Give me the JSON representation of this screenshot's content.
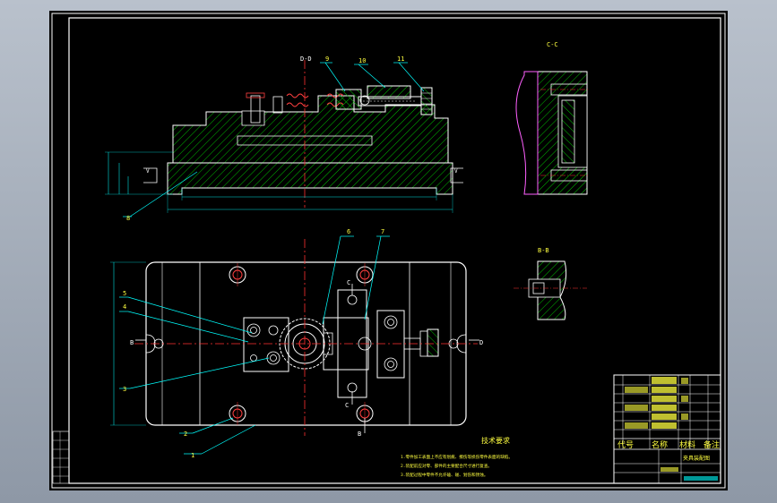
{
  "drawing": {
    "section_cc": "C-C",
    "section_bb": "B-B",
    "section_dd_marker": "D-D",
    "part_numbers": [
      "1",
      "2",
      "3",
      "4",
      "5",
      "6",
      "7",
      "8",
      "9",
      "10",
      "11"
    ],
    "section_arrows": {
      "b_left": "B",
      "b_bottom": "B",
      "c_top": "C",
      "c_bottom": "C",
      "d_right": "D"
    }
  },
  "notes": {
    "title": "技术要求",
    "lines": [
      "1.零件加工表面上不应有划痕、擦伤等损伤零件表面的缺陷。",
      "2.装配前应对零、部件的主要配合尺寸进行复查。",
      "3.装配过程中零件不允许磕、碰、划伤和锈蚀。"
    ]
  },
  "title_block": {
    "header_code": "代号",
    "header_name": "名称",
    "header_material": "材料",
    "header_remark": "备注",
    "drawing_title": "夹具装配图"
  },
  "colors": {
    "outline": "#ffffff",
    "hatch": "#00ff00",
    "center": "#ff3030",
    "dimension": "#00e0e0",
    "label": "#ffff40",
    "leader": "#00ffff"
  }
}
